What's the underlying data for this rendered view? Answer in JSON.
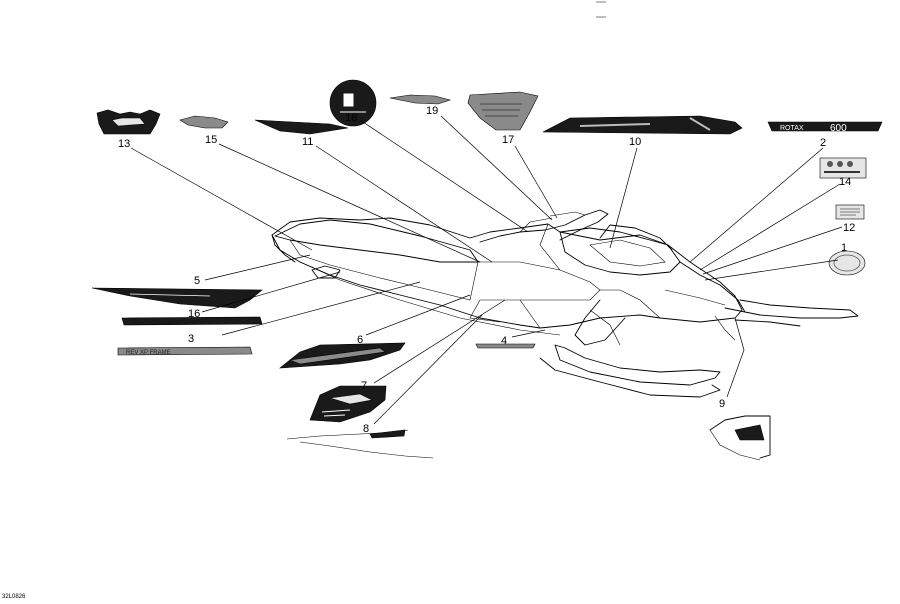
{
  "callouts": [
    "1",
    "2",
    "3",
    "4",
    "5",
    "6",
    "7",
    "8",
    "9",
    "10",
    "11",
    "12",
    "13",
    "14",
    "15",
    "16",
    "17",
    "18",
    "19"
  ],
  "decals": {
    "rotax_text": "ROTAX",
    "rotax_model": "600",
    "hood_frame_text": "REV XP FRAME"
  },
  "reference_code": "32L0826"
}
